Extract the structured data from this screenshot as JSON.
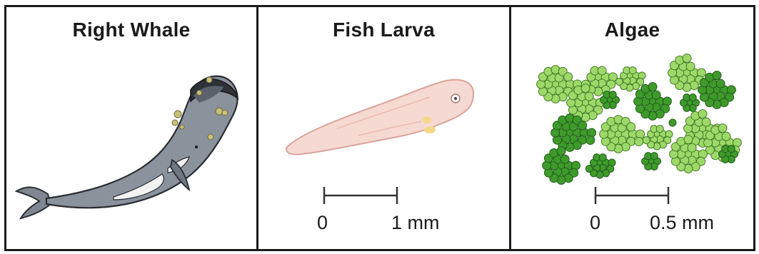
{
  "panels": [
    {
      "title": "Right Whale",
      "illustration": "right-whale"
    },
    {
      "title": "Fish Larva",
      "illustration": "fish-larva",
      "scale_bar": {
        "start_label": "0",
        "end_label": "1 mm"
      }
    },
    {
      "title": "Algae",
      "illustration": "algae-cluster",
      "scale_bar": {
        "start_label": "0",
        "end_label": "0.5 mm"
      }
    }
  ],
  "colors": {
    "border": "#1a1a1a",
    "whale_body": "#8a929c",
    "whale_belly": "#f2f2f2",
    "whale_callosity": "#c9c17a",
    "larva_body": "#f7d9d3",
    "larva_outline": "#d9a39a",
    "larva_yolk": "#f3d889",
    "algae_light": "#9fd86a",
    "algae_dark": "#3f9a2c"
  }
}
